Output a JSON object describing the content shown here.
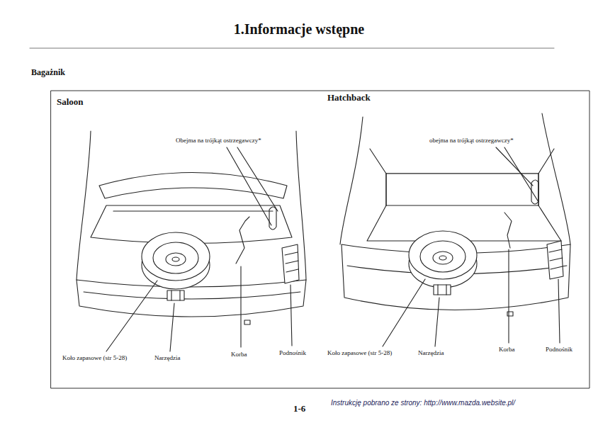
{
  "diagram": {
    "title": "1.Informacje wstępne",
    "labels": [
      "Bagażnik",
      "Saloon",
      "Obejma na trójkąt ostrzegawczy*",
      "Hatchback",
      "obejma na trójkąt ostrzegawczy*",
      "Koło zapasowe (str 5-28)",
      "Narzędzia",
      "Korba",
      "Podnośnik",
      "Koło zapasowe (str 5-28)",
      "Narzędzia",
      "Korba",
      "Podnośnik",
      "1-6",
      "Instrukcję pobrano ze strony: http://www.mazda.website.pl/"
    ]
  }
}
